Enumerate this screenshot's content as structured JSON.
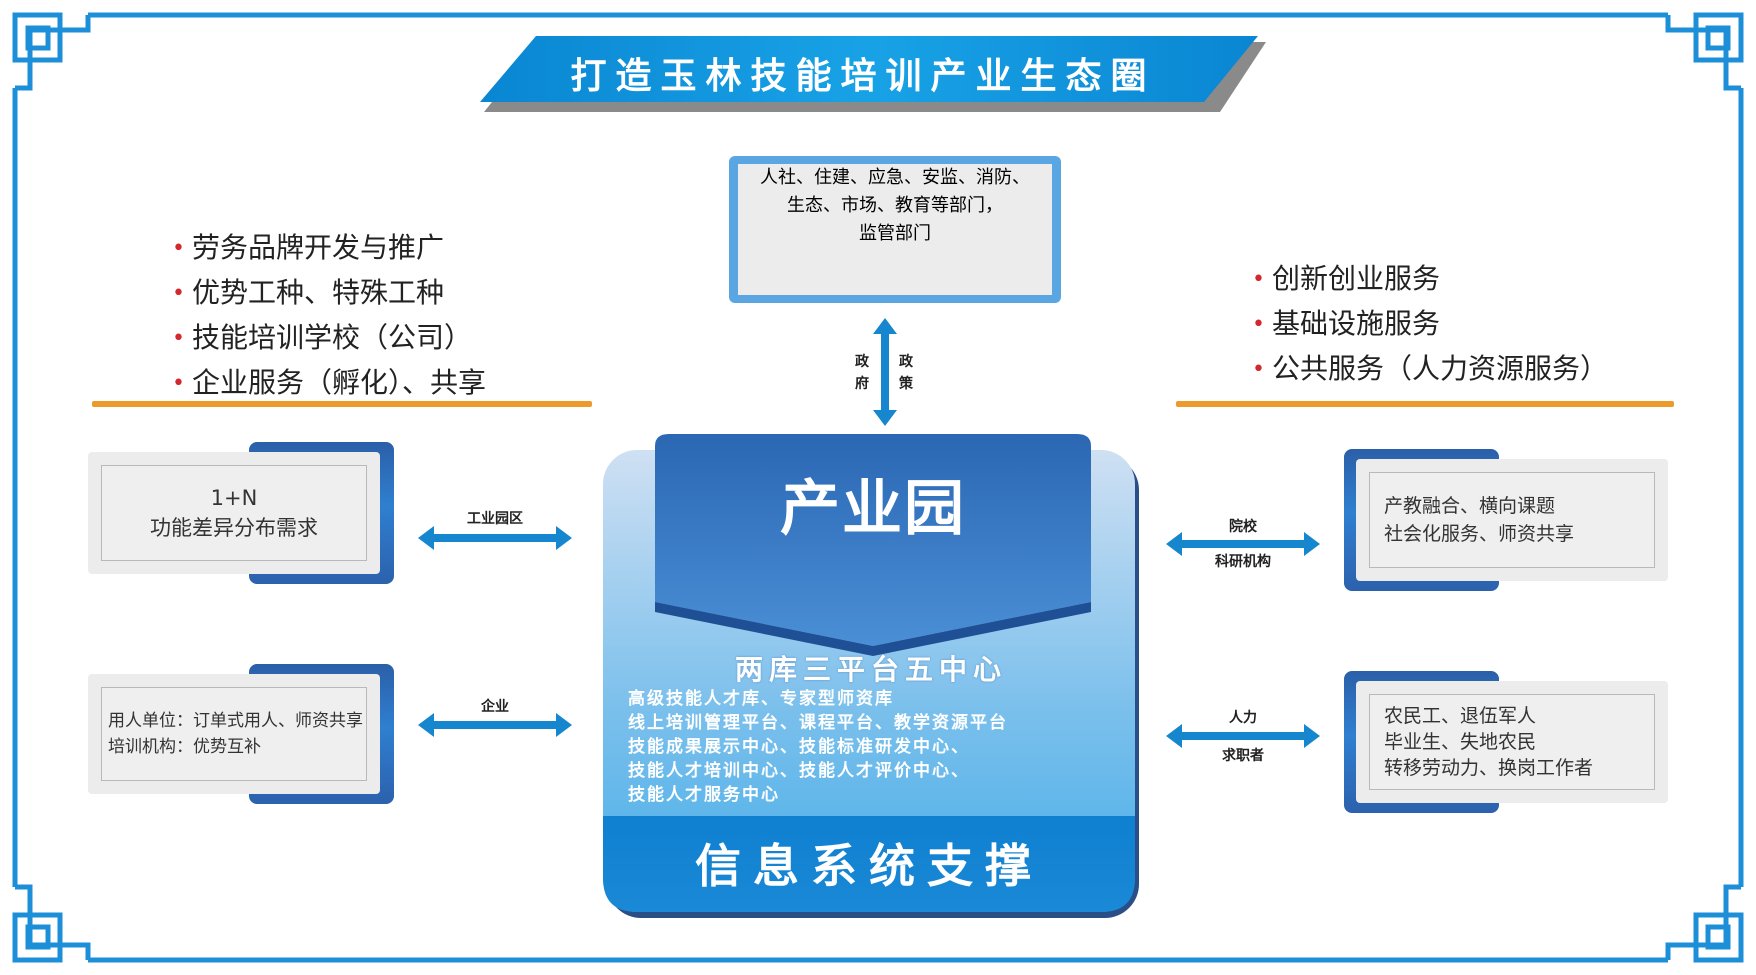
{
  "title": "打造玉林技能培训产业生态圈",
  "left_bullets": [
    "劳务品牌开发与推广",
    "优势工种、特殊工种",
    "技能培训学校（公司）",
    "企业服务（孵化）、共享"
  ],
  "right_bullets": [
    "创新创业服务",
    "基础设施服务",
    "公共服务（人力资源服务）"
  ],
  "top_box": {
    "lines": [
      "人社、住建、应急、安监、消防、",
      "生态、市场、教育等部门，",
      "监管部门"
    ]
  },
  "top_arrow": {
    "left_label": [
      "政",
      "府"
    ],
    "right_label": [
      "政",
      "策"
    ]
  },
  "left_top_box": {
    "lines": [
      "1+N",
      "功能差异分布需求"
    ]
  },
  "left_top_arrow_label": "工业园区",
  "left_bottom_box": {
    "lines": [
      "用人单位：订单式用人、师资共享",
      "培训机构：优势互补"
    ]
  },
  "left_bottom_arrow_label": "企业",
  "right_top_box": {
    "lines": [
      "产教融合、横向课题",
      "社会化服务、师资共享"
    ]
  },
  "right_top_arrow_labels": [
    "院校",
    "科研机构"
  ],
  "right_bottom_box": {
    "lines": [
      "农民工、退伍军人",
      "毕业生、失地农民",
      "转移劳动力、换岗工作者"
    ]
  },
  "right_bottom_arrow_labels": [
    "人力",
    "求职者"
  ],
  "center": {
    "header": "产业园",
    "subtitle": "两库三平台五中心",
    "lines": [
      "高级技能人才库、专家型师资库",
      "线上培训管理平台、课程平台、教学资源平台",
      "技能成果展示中心、技能标准研发中心、",
      "技能人才培训中心、技能人才评价中心、",
      "技能人才服务中心"
    ],
    "footer": "信息系统支撑"
  },
  "colors": {
    "frame_blue": "#1d8fd8",
    "dark_blue": "#2a62ad",
    "light_blue": "#5ab3ea",
    "orange": "#ec9a2b",
    "bullet_red": "#d2282e"
  }
}
